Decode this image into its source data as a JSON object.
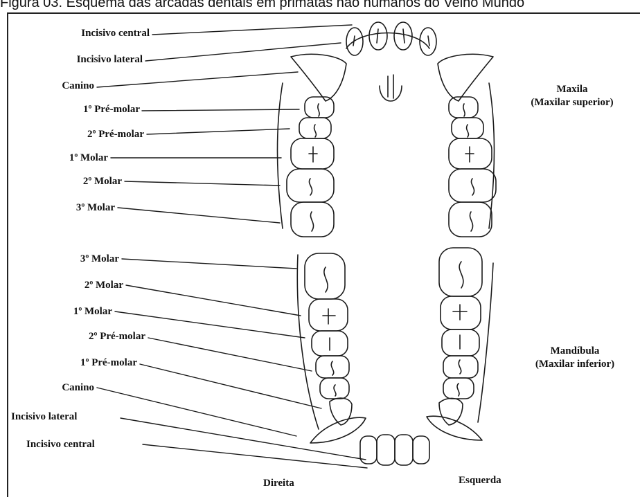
{
  "caption": "Figura 03. Esquema das arcadas dentais em primatas não humanos do Velho Mundo",
  "upper_labels": {
    "incisivo_central": "Incisivo central",
    "incisivo_lateral": "Incisivo lateral",
    "canino": "Canino",
    "pre_molar_1": "1º Pré-molar",
    "pre_molar_2": "2º Pré-molar",
    "molar_1": "1º Molar",
    "molar_2": "2º Molar",
    "molar_3": "3º Molar"
  },
  "lower_labels": {
    "molar_3": "3º Molar",
    "molar_2": "2º Molar",
    "molar_1": "1º Molar",
    "pre_molar_2": "2º Pré-molar",
    "pre_molar_1": "1º Pré-molar",
    "canino": "Canino",
    "incisivo_lateral": "Incisivo lateral",
    "incisivo_central": "Incisivo central"
  },
  "regions": {
    "maxila": "Maxila",
    "maxila_sub": "(Maxilar superior)",
    "mandibula": "Mandíbula",
    "mandibula_sub": "(Maxilar inferior)"
  },
  "sides": {
    "direita": "Direita",
    "esquerda": "Esquerda"
  }
}
